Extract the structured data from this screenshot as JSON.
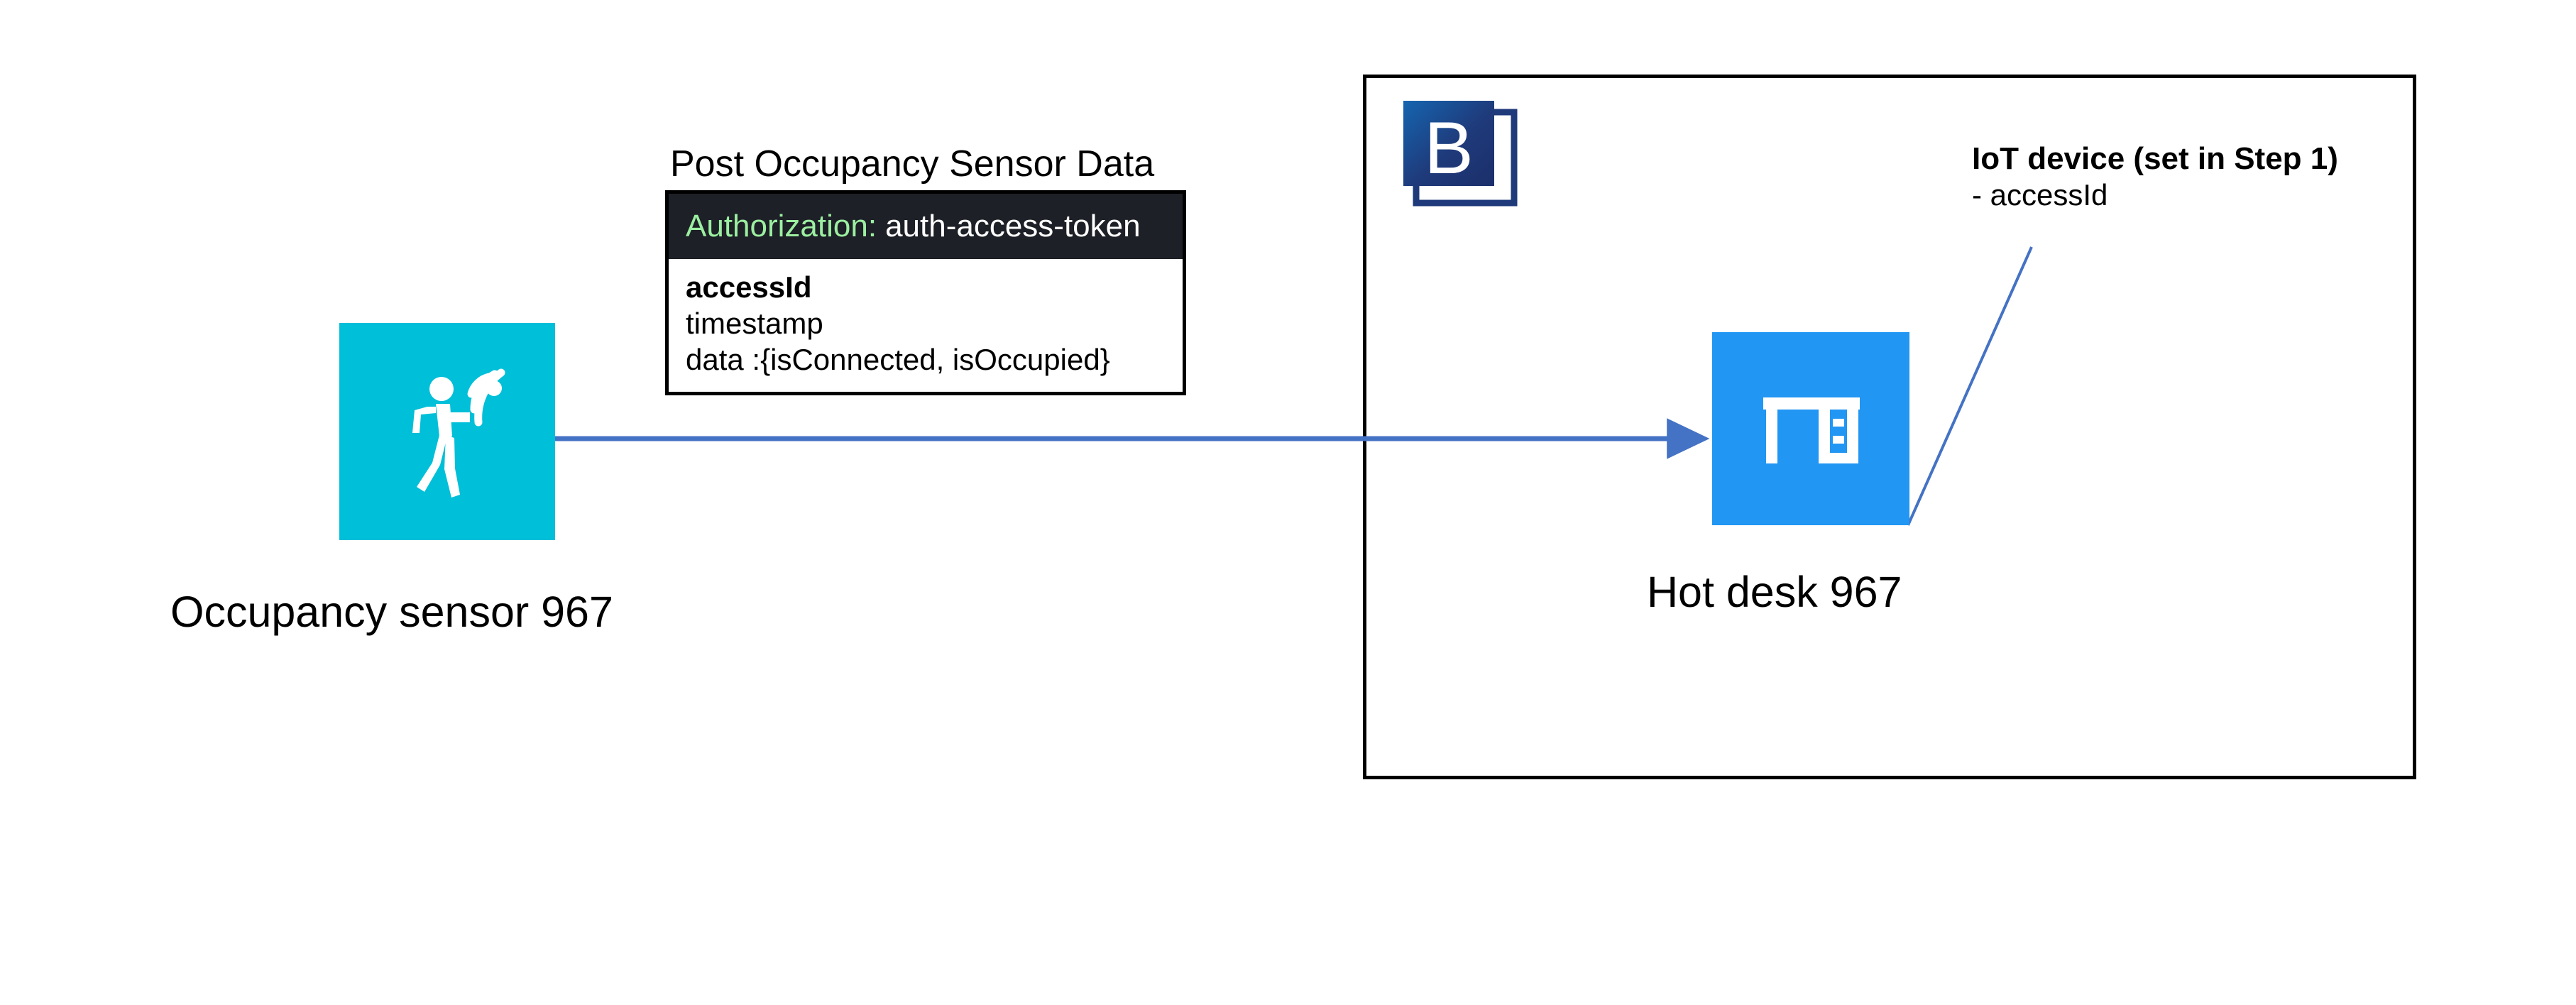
{
  "diagram": {
    "title_text": "Post Occupancy Sensor Data",
    "colors": {
      "sensor_tile": "#00bfd8",
      "desk_tile": "#2196f3",
      "arrow": "#4472c4",
      "leader_line": "#4472c4",
      "card_header_bg": "#1d2026",
      "card_header_key": "#9cefa1",
      "card_header_value": "#ffffff",
      "zone_border": "#000000",
      "logo_navy": "#1f3a7a"
    }
  },
  "sensor_node": {
    "icon": "walking-person-motion-sensor-icon",
    "caption": "Occupancy sensor 967"
  },
  "desk_node": {
    "icon": "desk-icon",
    "caption": "Hot desk 967"
  },
  "brand": {
    "logo_letter": "B",
    "logo_name": "brand-b-logo"
  },
  "request_card": {
    "title": "Post Occupancy Sensor Data",
    "header": {
      "key": "Authorization:",
      "value": "auth-access-token"
    },
    "body_lines": [
      {
        "text": "accessId",
        "bold": true
      },
      {
        "text": "timestamp",
        "bold": false
      },
      {
        "text": "data :{isConnected, isOccupied}",
        "bold": false
      }
    ]
  },
  "iot_annotation": {
    "title": "IoT device (set in Step 1)",
    "sub": "- accessId"
  },
  "flow": {
    "arrow_label": "post-occupancy-data-arrow",
    "leader_label": "accessid-leader-line"
  }
}
